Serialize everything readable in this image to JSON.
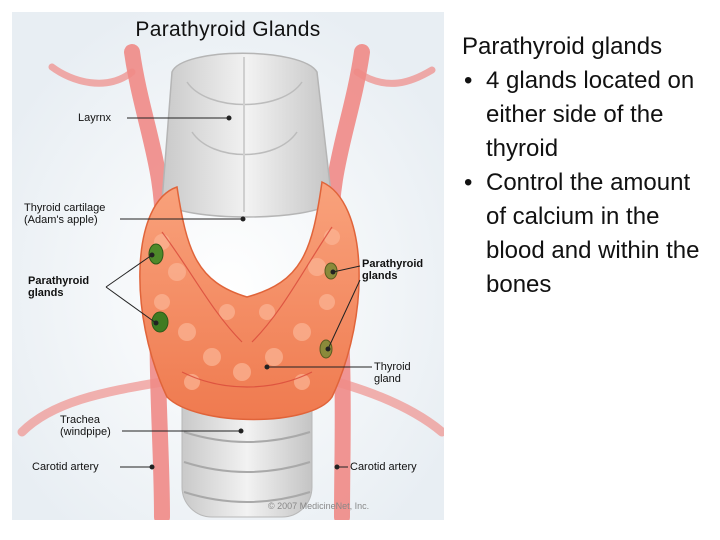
{
  "diagram": {
    "title": "Parathyroid Glands",
    "copyright": "© 2007 MedicineNet, Inc.",
    "labels": {
      "larynx": "Layrnx",
      "thyroid_cartilage_1": "Thyroid cartilage",
      "thyroid_cartilage_2": "(Adam's apple)",
      "parathyroid_left_1": "Parathyroid",
      "parathyroid_left_2": "glands",
      "parathyroid_right_1": "Parathyroid",
      "parathyroid_right_2": "glands",
      "thyroid_gland_1": "Thyroid",
      "thyroid_gland_2": "gland",
      "trachea_1": "Trachea",
      "trachea_2": "(windpipe)",
      "carotid_left": "Carotid artery",
      "carotid_right": "Carotid artery"
    }
  },
  "slide": {
    "heading": "Parathyroid glands",
    "bullets": [
      "4 glands located on either side of the thyroid",
      "Control the amount of calcium in the blood and within the bones"
    ]
  },
  "colors": {
    "thyroid": "#f58a62",
    "artery": "#ee7a78",
    "cartilage": "#dcdcdc",
    "parathyroid": "#4e8a2a"
  }
}
